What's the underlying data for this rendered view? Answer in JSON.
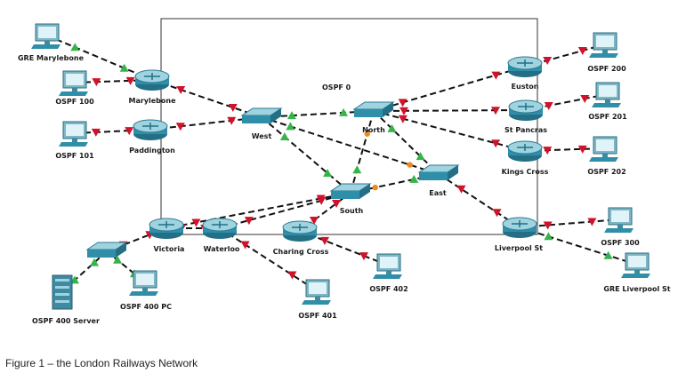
{
  "area": {
    "label": "OSPF 0"
  },
  "caption": "Figure 1 – the London Railways Network",
  "routers": [
    {
      "id": "marylebone",
      "label": "Marylebone"
    },
    {
      "id": "paddington",
      "label": "Paddington"
    },
    {
      "id": "euston",
      "label": "Euston"
    },
    {
      "id": "stpancras",
      "label": "St Pancras"
    },
    {
      "id": "kingscross",
      "label": "Kings Cross"
    },
    {
      "id": "victoria",
      "label": "Victoria"
    },
    {
      "id": "waterloo",
      "label": "Waterloo"
    },
    {
      "id": "charingcross",
      "label": "Charing Cross"
    },
    {
      "id": "liverpoolst",
      "label": "Liverpool St"
    }
  ],
  "switches": [
    {
      "id": "west",
      "label": "West"
    },
    {
      "id": "north",
      "label": "North"
    },
    {
      "id": "south",
      "label": "South"
    },
    {
      "id": "east",
      "label": "East"
    },
    {
      "id": "lanswitch",
      "label": ""
    }
  ],
  "pcs": [
    {
      "id": "gre_marylebone",
      "label": "GRE Marylebone"
    },
    {
      "id": "ospf100",
      "label": "OSPF 100"
    },
    {
      "id": "ospf101",
      "label": "OSPF 101"
    },
    {
      "id": "ospf200",
      "label": "OSPF 200"
    },
    {
      "id": "ospf201",
      "label": "OSPF 201"
    },
    {
      "id": "ospf202",
      "label": "OSPF 202"
    },
    {
      "id": "ospf300",
      "label": "OSPF 300"
    },
    {
      "id": "gre_liverpool",
      "label": "GRE Liverpool St"
    },
    {
      "id": "ospf400pc",
      "label": "OSPF 400 PC"
    },
    {
      "id": "ospf401",
      "label": "OSPF 401"
    },
    {
      "id": "ospf402",
      "label": "OSPF 402"
    }
  ],
  "servers": [
    {
      "id": "ospf400server",
      "label": "OSPF 400 Server"
    }
  ],
  "links": [
    {
      "a": "gre_marylebone",
      "b": "marylebone",
      "sa": "green",
      "sb": "green"
    },
    {
      "a": "ospf100",
      "b": "marylebone",
      "sa": "red",
      "sb": "red"
    },
    {
      "a": "ospf101",
      "b": "paddington",
      "sa": "red",
      "sb": "red"
    },
    {
      "a": "marylebone",
      "b": "west",
      "sa": "red",
      "sb": "red"
    },
    {
      "a": "paddington",
      "b": "west",
      "sa": "red",
      "sb": "red"
    },
    {
      "a": "west",
      "b": "north",
      "sa": "green",
      "sb": "green"
    },
    {
      "a": "west",
      "b": "south",
      "sa": "green",
      "sb": "green"
    },
    {
      "a": "west",
      "b": "east",
      "sa": "green",
      "sb": "orange"
    },
    {
      "a": "north",
      "b": "south",
      "sa": "orange",
      "sb": "green"
    },
    {
      "a": "north",
      "b": "east",
      "sa": "green",
      "sb": "green"
    },
    {
      "a": "south",
      "b": "east",
      "sa": "orange",
      "sb": "green"
    },
    {
      "a": "north",
      "b": "euston",
      "sa": "red",
      "sb": "red"
    },
    {
      "a": "north",
      "b": "stpancras",
      "sa": "red",
      "sb": "red"
    },
    {
      "a": "north",
      "b": "kingscross",
      "sa": "red",
      "sb": "red"
    },
    {
      "a": "euston",
      "b": "ospf200",
      "sa": "red",
      "sb": "red"
    },
    {
      "a": "stpancras",
      "b": "ospf201",
      "sa": "red",
      "sb": "red"
    },
    {
      "a": "kingscross",
      "b": "ospf202",
      "sa": "red",
      "sb": "red"
    },
    {
      "a": "east",
      "b": "liverpoolst",
      "sa": "red",
      "sb": "red"
    },
    {
      "a": "liverpoolst",
      "b": "ospf300",
      "sa": "red",
      "sb": "red"
    },
    {
      "a": "liverpoolst",
      "b": "gre_liverpool",
      "sa": "green",
      "sb": "green"
    },
    {
      "a": "south",
      "b": "victoria",
      "sa": "red",
      "sb": "red"
    },
    {
      "a": "south",
      "b": "waterloo",
      "sa": "red",
      "sb": "red"
    },
    {
      "a": "south",
      "b": "charingcross",
      "sa": "red",
      "sb": "red"
    },
    {
      "a": "victoria",
      "b": "waterloo",
      "sa": "red",
      "sb": "red"
    },
    {
      "a": "victoria",
      "b": "lanswitch",
      "sa": "red",
      "sb": "red"
    },
    {
      "a": "lanswitch",
      "b": "ospf400server",
      "sa": "green",
      "sb": "green"
    },
    {
      "a": "lanswitch",
      "b": "ospf400pc",
      "sa": "green",
      "sb": "green"
    },
    {
      "a": "waterloo",
      "b": "ospf401",
      "sa": "red",
      "sb": "red"
    },
    {
      "a": "charingcross",
      "b": "ospf402",
      "sa": "red",
      "sb": "red"
    }
  ],
  "colors": {
    "link": "#111111",
    "red": "#d0122a",
    "green": "#35b44a",
    "orange": "#f08a1a",
    "device": "#2f8ea8",
    "device_light": "#9fd3e0"
  }
}
